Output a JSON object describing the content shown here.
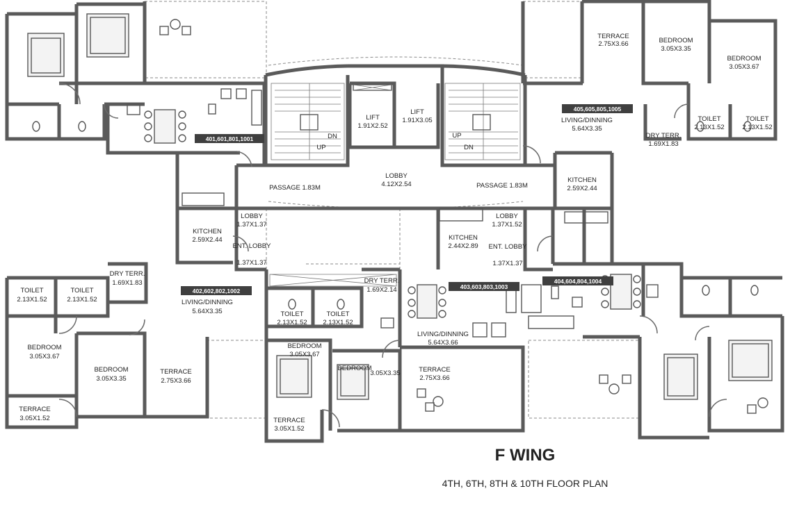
{
  "title": "F WING",
  "subtitle": "4TH, 6TH, 8TH  & 10TH FLOOR PLAN",
  "unit_tags": [
    {
      "id": "u401",
      "text": "401,601,801,1001"
    },
    {
      "id": "u405",
      "text": "405,605,805,1005"
    },
    {
      "id": "u402",
      "text": "402,602,802,1002"
    },
    {
      "id": "u403",
      "text": "403,603,803,1003"
    },
    {
      "id": "u404",
      "text": "404,604,804,1004"
    }
  ],
  "rooms": [
    {
      "name": "TERRACE",
      "dim": "2.75X3.66"
    },
    {
      "name": "BEDROOM",
      "dim": "3.05X3.35"
    },
    {
      "name": "BEDROOM",
      "dim": "3.05X3.67"
    },
    {
      "name": "LIVING/DINNING",
      "dim": "5.64X3.35"
    },
    {
      "name": "TOILET",
      "dim": "2.13X1.52"
    },
    {
      "name": "TOILET",
      "dim": "2.13X1.52"
    },
    {
      "name": "DRY TERR.",
      "dim": "1.69X1.83"
    },
    {
      "name": "KITCHEN",
      "dim": "2.59X2.44"
    },
    {
      "name": "PASSAGE 1.83M",
      "dim": ""
    },
    {
      "name": "LOBBY",
      "dim": "4.12X2.54"
    },
    {
      "name": "PASSAGE 1.83M",
      "dim": ""
    },
    {
      "name": "LIFT",
      "dim": "1.91X2.52"
    },
    {
      "name": "LIFT",
      "dim": "1.91X3.05"
    },
    {
      "name": "LOBBY",
      "dim": "1.37X1.37"
    },
    {
      "name": "KITCHEN",
      "dim": "2.59X2.44"
    },
    {
      "name": "ENT. LOBBY",
      "dim": "1.37X1.37"
    },
    {
      "name": "LOBBY",
      "dim": "1.37X1.52"
    },
    {
      "name": "KITCHEN",
      "dim": "2.44X2.89"
    },
    {
      "name": "ENT. LOBBY",
      "dim": "1.37X1.37"
    },
    {
      "name": "DRY TERR.",
      "dim": "1.69X1.83"
    },
    {
      "name": "LIVING/DINNING",
      "dim": "5.64X3.35"
    },
    {
      "name": "TOILET",
      "dim": "2.13X1.52"
    },
    {
      "name": "TOILET",
      "dim": "2.13X1.52"
    },
    {
      "name": "BEDROOM",
      "dim": "3.05X3.67"
    },
    {
      "name": "BEDROOM",
      "dim": "3.05X3.35"
    },
    {
      "name": "TERRACE",
      "dim": "2.75X3.66"
    },
    {
      "name": "TERRACE",
      "dim": "3.05X1.52"
    },
    {
      "name": "DRY TERR.",
      "dim": "1.69X2.14"
    },
    {
      "name": "TOILET",
      "dim": "2.13X1.52"
    },
    {
      "name": "TOILET",
      "dim": "2.13X1.52"
    },
    {
      "name": "BEDROOM",
      "dim": "3.05X3.67"
    },
    {
      "name": "BEDROOM",
      "dim": "3.05X3.35"
    },
    {
      "name": "LIVING/DINNING",
      "dim": "5.64X3.66"
    },
    {
      "name": "TERRACE",
      "dim": "2.75X3.66"
    },
    {
      "name": "TERRACE",
      "dim": "3.05X1.52"
    }
  ],
  "stairs": [
    "DN",
    "UP",
    "UP",
    "DN"
  ]
}
